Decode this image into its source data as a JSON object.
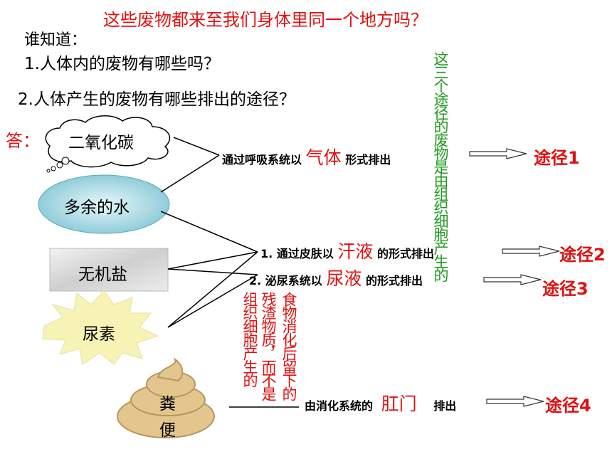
{
  "title": "这些废物都来至我们身体里同一个地方吗？",
  "q_intro": "谁知道：",
  "q1": "1.人体内的废物有哪些吗？",
  "q2": "2.人体产生的废物有哪些排出的途径？",
  "answer_label": "答：",
  "items": {
    "co2": "二氧化碳",
    "water": "多余的水",
    "salt": "无机盐",
    "urea": "尿素",
    "feces_1": "粪",
    "feces_2": "便"
  },
  "routes": {
    "r1_prefix": "通过呼吸系统以",
    "r1_key": "气体",
    "r1_suffix": "形式排出",
    "r2_prefix": "1. 通过皮肤以",
    "r2_key": "汗液",
    "r2_suffix": "的形式排出",
    "r3_prefix": "2. 泌尿系统以",
    "r3_key": "尿液",
    "r3_suffix": "的形式排出",
    "r4_prefix": "由消化系统的",
    "r4_key": "肛门",
    "r4_suffix": "排出"
  },
  "paths": {
    "p1": "途径1",
    "p2": "途径2",
    "p3": "途径3",
    "p4": "途径4"
  },
  "notes": {
    "green": "这三个途径的废物是由组织细胞产生的",
    "red_col1": "食物消化后留下的",
    "red_col2": "残渣物质，而不是",
    "red_col3": "组织细胞产生的"
  },
  "colors": {
    "red": "#e01010",
    "green": "#1f9a1f",
    "water_fill": "#a8dbe6",
    "urea_fill": "#f6f3b4",
    "feces_fill": "#e2c68e"
  }
}
